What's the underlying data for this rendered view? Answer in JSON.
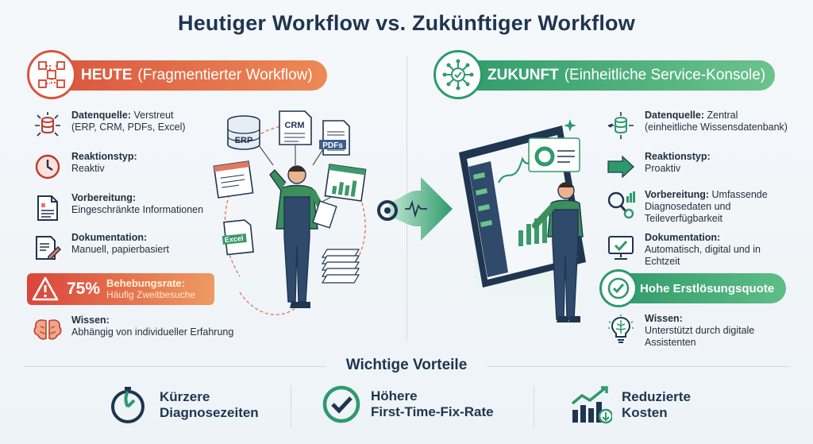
{
  "title": "Heutiger Workflow vs. Zukünftiger Workflow",
  "heute": {
    "badge": "HEUTE",
    "subtitle": "(Fragmentierter Workflow)",
    "items": [
      {
        "label": "Datenquelle:",
        "value": "Verstreut",
        "line2": "(ERP, CRM, PDFs, Excel)"
      },
      {
        "label": "Reaktionstyp:",
        "value": "",
        "line2": "Reaktiv"
      },
      {
        "label": "Vorbereitung:",
        "value": "",
        "line2": "Eingeschränkte Informationen"
      },
      {
        "label": "Dokumentation:",
        "value": "",
        "line2": "Manuell, papierbasiert"
      },
      {
        "label": "Wissen:",
        "value": "",
        "line2": "Abhängig von individueller Erfahrung"
      }
    ],
    "rate": {
      "percent": "75%",
      "label": "Behebungsrate:",
      "sub": "Häufig Zweitbesuche"
    }
  },
  "zukunft": {
    "badge": "ZUKUNFT",
    "subtitle": "(Einheitliche Service-Konsole)",
    "items": [
      {
        "label": "Datenquelle:",
        "value": "Zentral",
        "line2": "(einheitliche Wissensdatenbank)",
        "line3": ""
      },
      {
        "label": "Reaktionstyp:",
        "value": "",
        "line2": "Proaktiv",
        "line3": ""
      },
      {
        "label": "Vorbereitung:",
        "value": "Umfassende",
        "line2": "Diagnosedaten und",
        "line3": "Teileverfügbarkeit"
      },
      {
        "label": "Dokumentation:",
        "value": "",
        "line2": "Automatisch, digital und in",
        "line3": "Echtzeit"
      },
      {
        "label": "Wissen:",
        "value": "",
        "line2": "Unterstützt durch digitale",
        "line3": "Assistenten"
      }
    ],
    "quote": "Hohe Erstlösungsquote"
  },
  "docs": {
    "erp": "ERP",
    "crm": "CRM",
    "pdfs": "PDFs",
    "excel": "Excel"
  },
  "vorteile": {
    "title": "Wichtige Vorteile",
    "items": [
      {
        "line1": "Kürzere",
        "line2": "Diagnosezeiten"
      },
      {
        "line1": "Höhere",
        "line2": "First-Time-Fix-Rate"
      },
      {
        "line1": "Reduzierte",
        "line2": "Kosten"
      }
    ]
  },
  "colors": {
    "heute": "#d9543f",
    "zukunft": "#2e9a6b",
    "navy": "#1f3550"
  }
}
